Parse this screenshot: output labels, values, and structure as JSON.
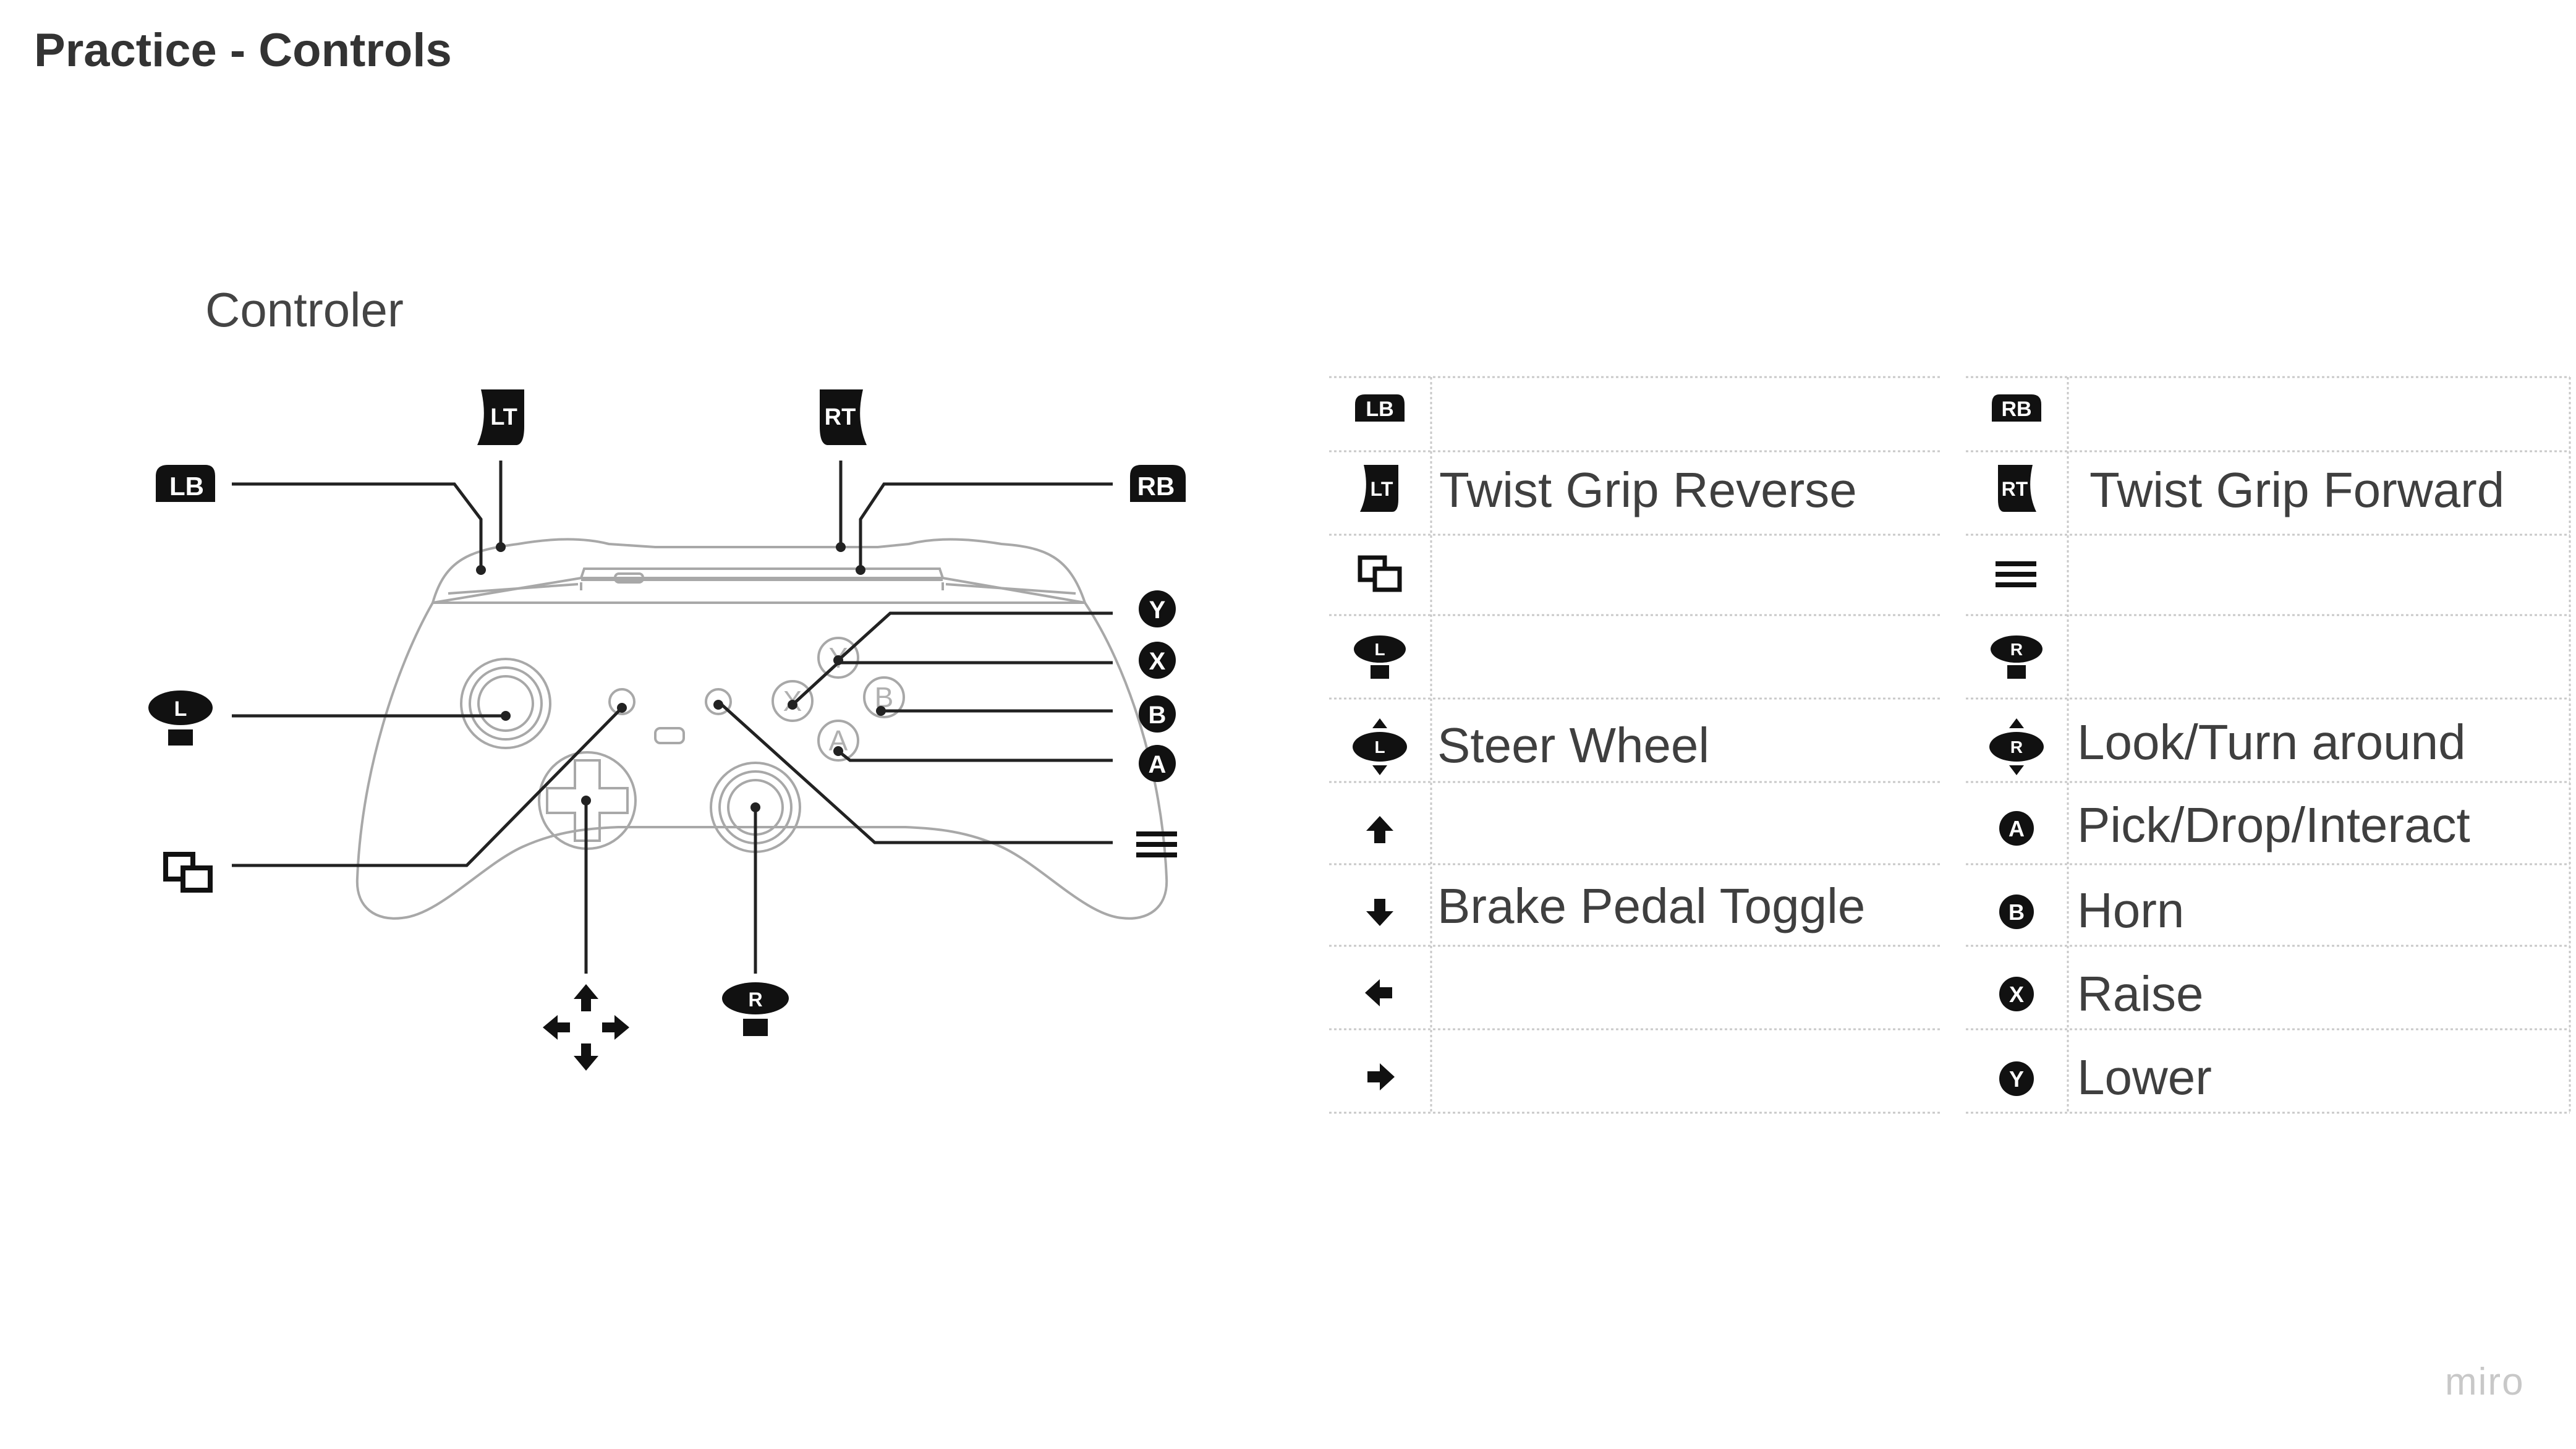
{
  "page": {
    "title": "Practice - Controls",
    "watermark": "miro"
  },
  "controller": {
    "title": "Controler",
    "badges": {
      "lb": "LB",
      "rb": "RB",
      "lt": "LT",
      "rt": "RT",
      "l": "L",
      "r": "R",
      "y": "Y",
      "x": "X",
      "b": "B",
      "a": "A"
    },
    "ghost_buttons": {
      "y": "Y",
      "x": "X",
      "b": "B",
      "a": "A"
    }
  },
  "mapping": {
    "left_column": [
      {
        "icon": "lb-bumper-icon",
        "badge": "LB",
        "action": ""
      },
      {
        "icon": "lt-trigger-icon",
        "badge": "LT",
        "action": "Twist Grip Reverse"
      },
      {
        "icon": "view-button-icon",
        "badge": "",
        "action": ""
      },
      {
        "icon": "left-stick-click-icon",
        "badge": "L",
        "action": ""
      },
      {
        "icon": "left-stick-move-icon",
        "badge": "L",
        "action": "Steer Wheel"
      },
      {
        "icon": "dpad-up-icon",
        "badge": "",
        "action": ""
      },
      {
        "icon": "dpad-down-icon",
        "badge": "",
        "action": "Brake Pedal Toggle"
      },
      {
        "icon": "dpad-left-icon",
        "badge": "",
        "action": ""
      },
      {
        "icon": "dpad-right-icon",
        "badge": "",
        "action": ""
      }
    ],
    "right_column": [
      {
        "icon": "rb-bumper-icon",
        "badge": "RB",
        "action": ""
      },
      {
        "icon": "rt-trigger-icon",
        "badge": "RT",
        "action": "Twist Grip Forward"
      },
      {
        "icon": "menu-button-icon",
        "badge": "",
        "action": ""
      },
      {
        "icon": "right-stick-click-icon",
        "badge": "R",
        "action": ""
      },
      {
        "icon": "right-stick-move-icon",
        "badge": "R",
        "action": "Look/Turn around"
      },
      {
        "icon": "a-button-icon",
        "badge": "A",
        "action": "Pick/Drop/Interact"
      },
      {
        "icon": "b-button-icon",
        "badge": "B",
        "action": "Horn"
      },
      {
        "icon": "x-button-icon",
        "badge": "X",
        "action": "Raise"
      },
      {
        "icon": "y-button-icon",
        "badge": "Y",
        "action": "Lower"
      }
    ]
  }
}
